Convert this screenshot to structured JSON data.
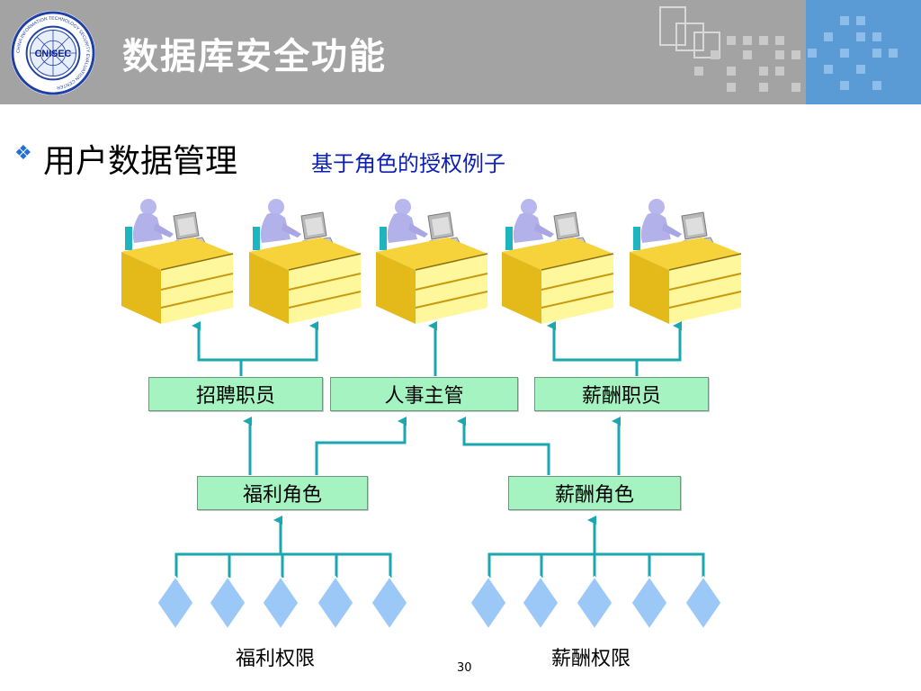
{
  "slide": {
    "title": "数据库安全功能",
    "heading": "用户数据管理",
    "subheading": "基于角色的授权例子",
    "page_number": "30"
  },
  "logo": {
    "center_text": "CNISEC",
    "ring_text": "CHINA INFORMATION TECHNOLOGY SECURITY EVALUATION CENTER"
  },
  "diagram": {
    "workstation_count": 5,
    "roles": {
      "recruiter": "招聘职员",
      "hr_manager": "人事主管",
      "payroll_clerk": "薪酬职员",
      "benefits_role": "福利角色",
      "payroll_role": "薪酬角色"
    },
    "permission_groups": {
      "benefits": {
        "label": "福利权限",
        "count": 5
      },
      "payroll": {
        "label": "薪酬权限",
        "count": 5
      }
    },
    "colors": {
      "connector": "#1aa7b0",
      "role_fill": "#a6f3c2",
      "permission_fill": "#9cc8f7",
      "desk": "#f6d23b"
    }
  }
}
